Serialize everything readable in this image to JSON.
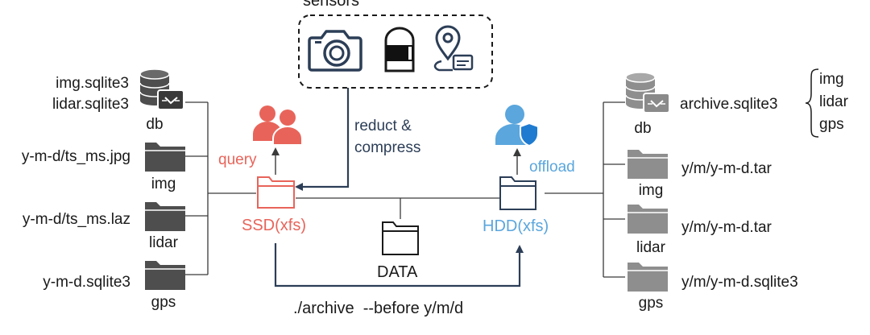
{
  "colors": {
    "line": "#3a3a3a",
    "folder_dark": "#4e4e4e",
    "folder_light": "#8e8e8e",
    "ssd_red": "#e8645a",
    "hdd_blue": "#5aa6dd",
    "navy": "#2c3e57"
  },
  "sensors": {
    "title": "sensors",
    "icons": [
      "camera-icon",
      "lidar-sensor-icon",
      "gps-pin-icon"
    ]
  },
  "left": {
    "db": {
      "files": [
        "img.sqlite3",
        "lidar.sqlite3"
      ],
      "label": "db"
    },
    "img": {
      "file": "y-m-d/ts_ms.jpg",
      "label": "img"
    },
    "lidar": {
      "file": "y-m-d/ts_ms.laz",
      "label": "lidar"
    },
    "gps": {
      "file": "y-m-d.sqlite3",
      "label": "gps"
    }
  },
  "center": {
    "query_label": "query",
    "reduct_label_line1": "reduct &",
    "reduct_label_line2": "compress",
    "ssd_label": "SSD(xfs)",
    "hdd_label": "HDD(xfs)",
    "offload_label": "offload",
    "data_label": "DATA",
    "archive_cmd": "./archive  --before y/m/d"
  },
  "right": {
    "db": {
      "file": "archive.sqlite3",
      "label": "db",
      "tables": [
        "img",
        "lidar",
        "gps"
      ]
    },
    "img": {
      "file": "y/m/y-m-d.tar",
      "label": "img"
    },
    "lidar": {
      "file": "y/m/y-m-d.tar",
      "label": "lidar"
    },
    "gps": {
      "file": "y/m/y-m-d.sqlite3",
      "label": "gps"
    }
  }
}
